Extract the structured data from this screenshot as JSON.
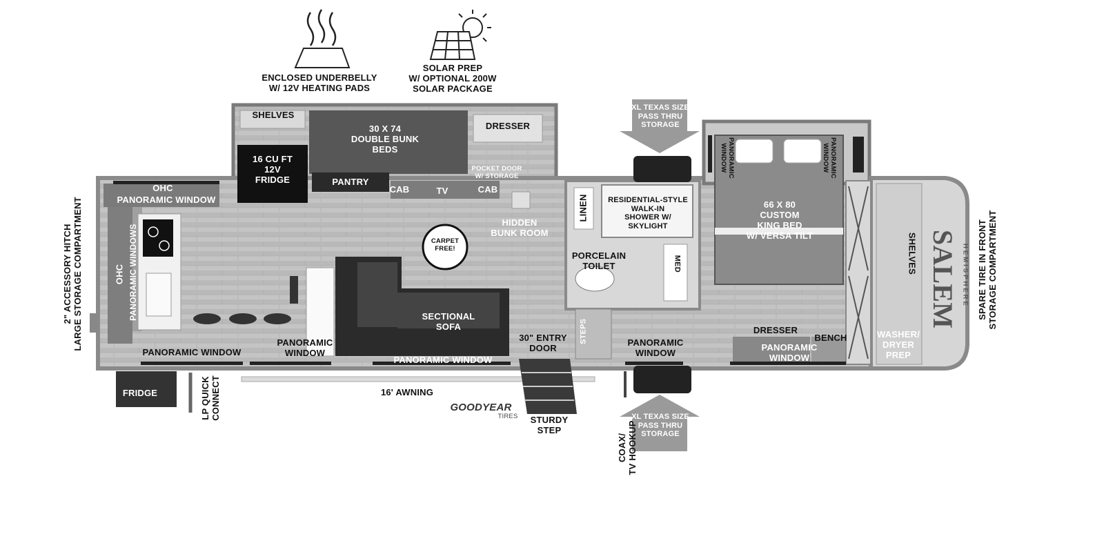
{
  "features": {
    "underbelly": "ENCLOSED UNDERBELLY\nW/ 12V HEATING PADS",
    "solar": "SOLAR PREP\nW/ OPTIONAL 200W\nSOLAR PACKAGE"
  },
  "rooms": {
    "shelves_bunk": "SHELVES",
    "bunk_beds": "30 X 74\nDOUBLE BUNK\nBEDS",
    "dresser_bunk": "DRESSER",
    "fridge_12v": "16 CU FT\n12V\nFRIDGE",
    "pantry": "PANTRY",
    "cab1": "CAB",
    "tv": "TV",
    "cab2": "CAB",
    "pocket_door": "POCKET DOOR\nW/ STORAGE",
    "hidden_bunk": "HIDDEN\nBUNK ROOM",
    "ohc_top": "OHC",
    "panoramic_top": "PANORAMIC WINDOW",
    "ohc_side": "OHC",
    "panoramic_windows_side": "PANORAMIC WINDOWS",
    "carpet_free": "CARPET\nFREE!",
    "sectional_sofa": "SECTIONAL\nSOFA",
    "panoramic_bottom_left": "PANORAMIC WINDOW",
    "panoramic_window_mid": "PANORAMIC\nWINDOW",
    "panoramic_bottom_sofa": "PANORAMIC WINDOW",
    "entry_door": "30\" ENTRY\nDOOR",
    "steps": "STEPS",
    "linen": "LINEN",
    "shower": "RESIDENTIAL-STYLE\nWALK-IN\nSHOWER W/\nSKYLIGHT",
    "toilet": "PORCELAIN\nTOILET",
    "med": "MED",
    "panoramic_bath": "PANORAMIC\nWINDOW",
    "xl_storage_top": "XL TEXAS SIZE\nPASS THRU\nSTORAGE",
    "xl_storage_bottom": "XL TEXAS SIZE\nPASS THRU\nSTORAGE",
    "panoramic_bed_left": "PANORAMIC\nWINDOW",
    "panoramic_bed_right": "PANORAMIC\nWINDOW",
    "king_bed": "66 X 80\nCUSTOM\nKING BED\nW/ VERSA TILT",
    "dresser_bed": "DRESSER",
    "bench": "BENCH",
    "panoramic_bed_bottom": "PANORAMIC\nWINDOW",
    "shelves_front": "SHELVES",
    "washer_dryer": "WASHER/\nDRYER\nPREP"
  },
  "exterior": {
    "hitch": "2\" ACCESSORY HITCH\nLARGE STORAGE COMPARTMENT",
    "spare_tire": "SPARE TIRE IN FRONT\nSTORAGE COMPARTMENT",
    "outdoor_fridge": "FRIDGE",
    "lp_connect": "LP QUICK\nCONNECT",
    "awning": "16' AWNING",
    "sturdy_step": "STURDY\nSTEP",
    "coax": "COAX/\nTV HOOKUP"
  },
  "brand": {
    "goodyear": "GOODYEAR",
    "tires": "TIRES",
    "salem": "SALEM",
    "hemisphere": "HEMISPHERE"
  },
  "colors": {
    "wall": "#8a8a8a",
    "floor": "#bdbdbd",
    "dark": "#3c3c3c",
    "light": "#e6e6e6"
  }
}
